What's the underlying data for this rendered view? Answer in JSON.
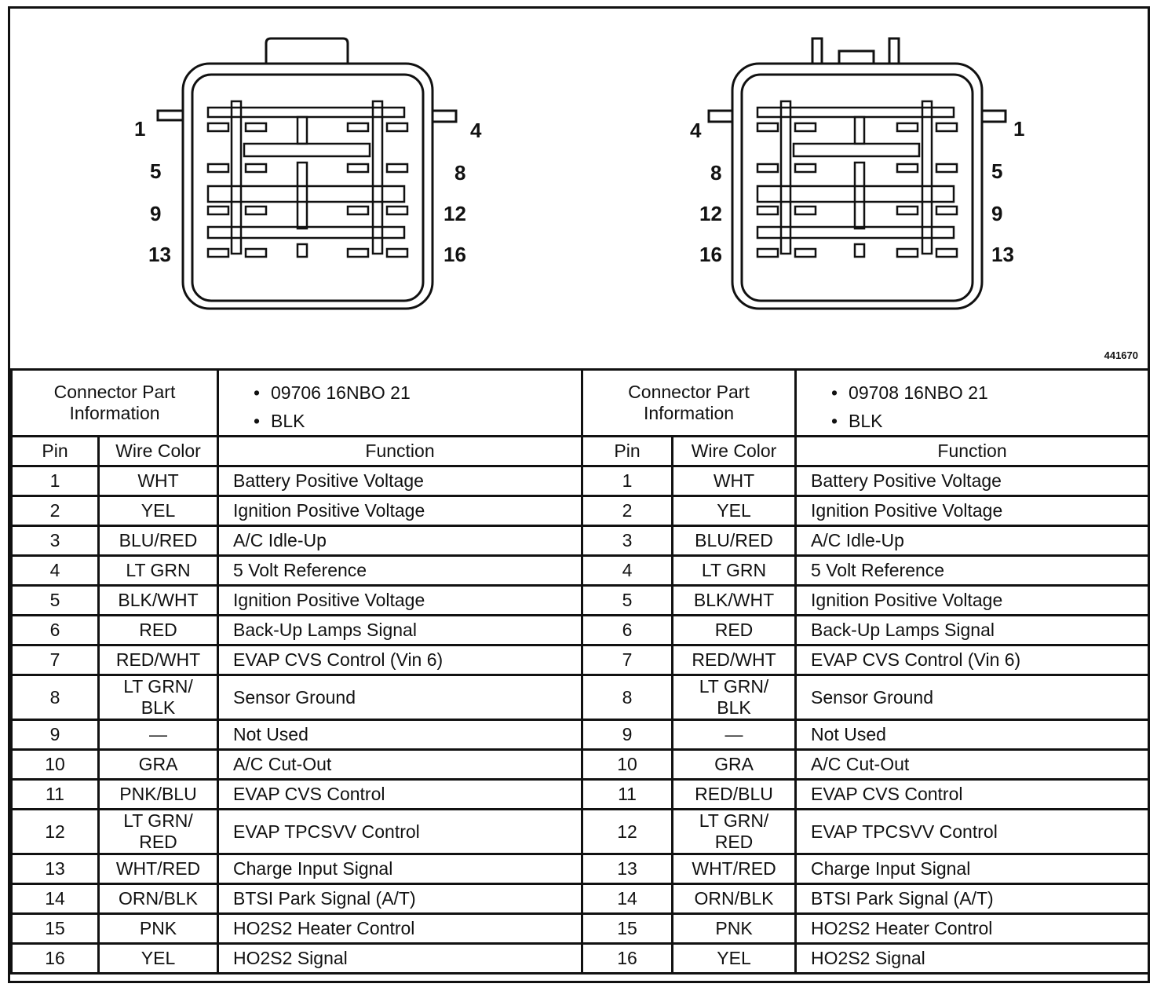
{
  "diagram": {
    "reference_code": "441670",
    "left_connector": {
      "labels_left": [
        "1",
        "5",
        "9",
        "13"
      ],
      "labels_right": [
        "4",
        "8",
        "12",
        "16"
      ]
    },
    "right_connector": {
      "labels_left": [
        "4",
        "8",
        "12",
        "16"
      ],
      "labels_right": [
        "1",
        "5",
        "9",
        "13"
      ]
    }
  },
  "tables": [
    {
      "info_label_1": "Connector Part",
      "info_label_2": "Information",
      "part_number": "09706 16NBO 21",
      "color": "BLK",
      "headers": {
        "pin": "Pin",
        "wire": "Wire Color",
        "func": "Function"
      },
      "rows": [
        {
          "pin": "1",
          "wire": "WHT",
          "func": "Battery Positive Voltage"
        },
        {
          "pin": "2",
          "wire": "YEL",
          "func": "Ignition Positive Voltage"
        },
        {
          "pin": "3",
          "wire": "BLU/RED",
          "func": "A/C Idle-Up"
        },
        {
          "pin": "4",
          "wire": "LT GRN",
          "func": "5 Volt Reference"
        },
        {
          "pin": "5",
          "wire": "BLK/WHT",
          "func": "Ignition Positive Voltage"
        },
        {
          "pin": "6",
          "wire": "RED",
          "func": "Back-Up Lamps Signal"
        },
        {
          "pin": "7",
          "wire": "RED/WHT",
          "func": "EVAP CVS Control (Vin 6)"
        },
        {
          "pin": "8",
          "wire": "LT GRN/",
          "wire2": "BLK",
          "func": "Sensor Ground"
        },
        {
          "pin": "9",
          "wire": "—",
          "func": "Not Used"
        },
        {
          "pin": "10",
          "wire": "GRA",
          "func": "A/C Cut-Out"
        },
        {
          "pin": "11",
          "wire": "PNK/BLU",
          "func": "EVAP CVS Control"
        },
        {
          "pin": "12",
          "wire": "LT GRN/",
          "wire2": "RED",
          "func": "EVAP TPCSVV Control"
        },
        {
          "pin": "13",
          "wire": "WHT/RED",
          "func": "Charge Input Signal"
        },
        {
          "pin": "14",
          "wire": "ORN/BLK",
          "func": "BTSI Park Signal (A/T)"
        },
        {
          "pin": "15",
          "wire": "PNK",
          "func": "HO2S2 Heater Control"
        },
        {
          "pin": "16",
          "wire": "YEL",
          "func": "HO2S2 Signal"
        }
      ]
    },
    {
      "info_label_1": "Connector Part",
      "info_label_2": "Information",
      "part_number": "09708 16NBO 21",
      "color": "BLK",
      "headers": {
        "pin": "Pin",
        "wire": "Wire Color",
        "func": "Function"
      },
      "rows": [
        {
          "pin": "1",
          "wire": "WHT",
          "func": "Battery Positive Voltage"
        },
        {
          "pin": "2",
          "wire": "YEL",
          "func": "Ignition Positive Voltage"
        },
        {
          "pin": "3",
          "wire": "BLU/RED",
          "func": "A/C Idle-Up"
        },
        {
          "pin": "4",
          "wire": "LT GRN",
          "func": "5 Volt Reference"
        },
        {
          "pin": "5",
          "wire": "BLK/WHT",
          "func": "Ignition Positive Voltage"
        },
        {
          "pin": "6",
          "wire": "RED",
          "func": "Back-Up Lamps Signal"
        },
        {
          "pin": "7",
          "wire": "RED/WHT",
          "func": "EVAP CVS Control (Vin 6)"
        },
        {
          "pin": "8",
          "wire": "LT GRN/",
          "wire2": "BLK",
          "func": "Sensor Ground"
        },
        {
          "pin": "9",
          "wire": "—",
          "func": "Not Used"
        },
        {
          "pin": "10",
          "wire": "GRA",
          "func": "A/C Cut-Out"
        },
        {
          "pin": "11",
          "wire": "RED/BLU",
          "func": "EVAP CVS Control"
        },
        {
          "pin": "12",
          "wire": "LT GRN/",
          "wire2": "RED",
          "func": "EVAP TPCSVV Control"
        },
        {
          "pin": "13",
          "wire": "WHT/RED",
          "func": "Charge Input Signal"
        },
        {
          "pin": "14",
          "wire": "ORN/BLK",
          "func": "BTSI Park Signal (A/T)"
        },
        {
          "pin": "15",
          "wire": "PNK",
          "func": "HO2S2 Heater Control"
        },
        {
          "pin": "16",
          "wire": "YEL",
          "func": "HO2S2 Signal"
        }
      ]
    }
  ]
}
